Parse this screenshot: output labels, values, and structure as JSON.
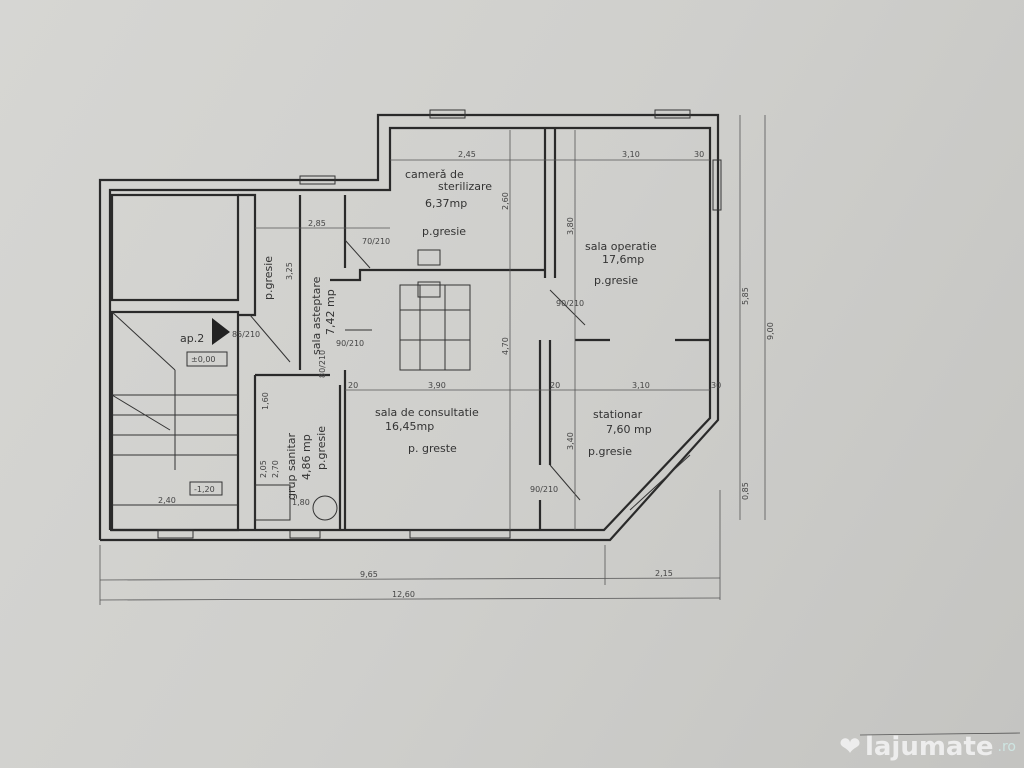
{
  "rooms": {
    "sterilizare": {
      "name1": "camerǎ de",
      "name2": "sterilizare",
      "area": "6,37mp",
      "floor": "p.gresie"
    },
    "operatie": {
      "name": "sala operatie",
      "area": "17,6mp",
      "floor": "p.gresie"
    },
    "asteptare": {
      "name": "sala asteptare",
      "area": "7,42 mp"
    },
    "corridor": {
      "floor": "p.gresie"
    },
    "consultatie": {
      "name": "sala de consultatie",
      "area": "16,45mp",
      "floor": "p. greste"
    },
    "stationar": {
      "name": "stationar",
      "area": "7,60 mp",
      "floor": "p.gresie"
    },
    "sanitar": {
      "name": "grup sanitar",
      "area": "4,86 mp",
      "floor": "p.gresie"
    },
    "stair": {
      "label": "ap.2",
      "level_top": "±0,00",
      "level_bottom": "-1,20"
    }
  },
  "dimensions": {
    "d245": "2,45",
    "d310a": "3,10",
    "d30a": "30",
    "d285": "2,85",
    "d325": "3,25",
    "d260": "2,60",
    "d380": "3,80",
    "d470": "4,70",
    "d390": "3,90",
    "d310b": "3,10",
    "d20a": "20",
    "d20b": "20",
    "d30b": "30",
    "d340": "3,40",
    "d240": "2,40",
    "d585": "5,85",
    "d900": "9,00",
    "d085": "0,85",
    "d965": "9,65",
    "d215": "2,15",
    "d1260": "12,60",
    "door_70": "70/210",
    "door_85": "85/210",
    "door_90a": "90/210",
    "door_90b": "90/210",
    "door_90c": "90/210",
    "door_80": "80/210",
    "d270": "2,70",
    "d205": "2,05",
    "d180": "1,80",
    "d160": "1,60"
  },
  "watermark": {
    "brand": "lajumate",
    "tld": ".ro"
  }
}
